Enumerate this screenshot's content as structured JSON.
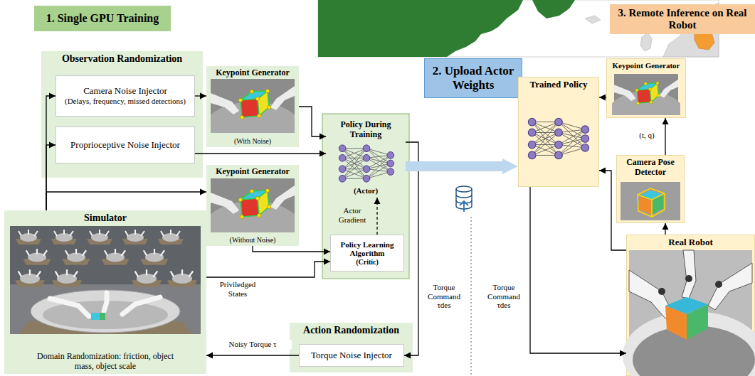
{
  "diagram": {
    "nodes": [
      {
        "text": [
          "1. Single GPU Training"
        ]
      },
      {
        "text": [
          "Observation Randomization"
        ]
      },
      {
        "text": [
          "Camera Noise Injector",
          "(Delays, frequency, missed detections)"
        ],
        "in": 1
      },
      {
        "text": [
          "Proprioceptive Noise Injector"
        ],
        "in": 1
      },
      {
        "text": [
          "Keypoint Generator",
          "(With Noise)"
        ]
      },
      {
        "text": [
          "Keypoint Generator",
          "(Without Noise)"
        ]
      },
      {
        "text": [
          "Simulator",
          "Domain Randomization: friction, object mass, object scale"
        ]
      },
      {
        "text": [
          "Policy During Training",
          "(Actor)"
        ]
      },
      {
        "text": [
          "Policy Learning Algorithm",
          "(Critic)"
        ]
      },
      {
        "text": [
          "Action Randomization"
        ]
      },
      {
        "text": [
          "Torque Noise Injector"
        ],
        "in": 9
      },
      {
        "text": [
          "2. Upload Actor Weights"
        ]
      },
      {
        "text": [
          "3. Remote Inference on Real Robot"
        ]
      },
      {
        "text": [
          "Trained Policy"
        ]
      },
      {
        "text": [
          "Keypoint Generator"
        ]
      },
      {
        "text": [
          "Camera Pose Detector"
        ]
      },
      {
        "text": [
          "Real Robot"
        ]
      }
    ],
    "edges": [
      {
        "from": 2,
        "to": 4,
        "arrow": "to"
      },
      {
        "from": 6,
        "to": 2,
        "arrow": "to"
      },
      {
        "from": 6,
        "to": 3,
        "arrow": "to"
      },
      {
        "from": 6,
        "to": 5,
        "arrow": "to"
      },
      {
        "from": 3,
        "to": 7,
        "arrow": "to"
      },
      {
        "from": 4,
        "to": 7,
        "arrow": "to"
      },
      {
        "from": 5,
        "to": 8,
        "arrow": "to"
      },
      {
        "from": 6,
        "to": 8,
        "label": "Priviledged States",
        "arrow": "to"
      },
      {
        "from": 8,
        "to": 7,
        "label": "Actor Gradient",
        "arrow": "to"
      },
      {
        "from": 7,
        "to": 10,
        "label": "Torque Command τdes",
        "arrow": "to"
      },
      {
        "from": 10,
        "to": 6,
        "label": "Noisy Torque τ",
        "arrow": "to"
      },
      {
        "from": 7,
        "to": 13,
        "arrow": "to"
      },
      {
        "from": 16,
        "to": 15,
        "arrow": "to"
      },
      {
        "from": 15,
        "to": 14,
        "label": "(t, q)",
        "arrow": "to"
      },
      {
        "from": 14,
        "to": 13,
        "arrow": "to"
      },
      {
        "from": 16,
        "to": 13,
        "arrow": "to"
      },
      {
        "from": 13,
        "to": 16,
        "label": "Torque Command τdes",
        "arrow": "to"
      }
    ]
  }
}
